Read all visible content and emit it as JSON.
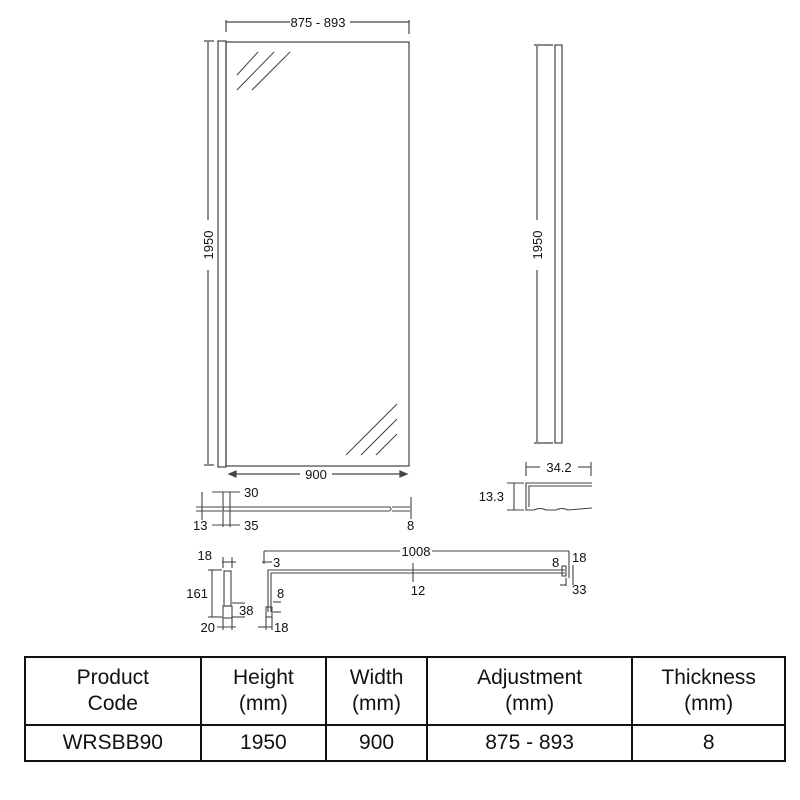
{
  "drawing": {
    "front_view": {
      "top_dimension": "875 - 893",
      "left_dimension": "1950",
      "bottom_dimension": "900"
    },
    "side_view": {
      "height_dimension": "1950"
    },
    "plan_view": {
      "dim_30": "30",
      "dim_35": "35",
      "dim_13": "13",
      "dim_8": "8"
    },
    "channel_profile": {
      "width": "34.2",
      "height": "13.3"
    },
    "support_bar_end_view": {
      "dim_18": "18",
      "dim_161": "161",
      "dim_38": "38",
      "dim_20": "20"
    },
    "support_bar": {
      "length": "1008",
      "dim_3": "3",
      "dim_12": "12",
      "dim_8_left": "8",
      "dim_18_left": "18",
      "dim_8_right": "8",
      "dim_18_right": "18",
      "dim_33": "33"
    }
  },
  "table": {
    "headers": [
      {
        "line1": "Product",
        "line2": "Code"
      },
      {
        "line1": "Height",
        "line2": "(mm)"
      },
      {
        "line1": "Width",
        "line2": "(mm)"
      },
      {
        "line1": "Adjustment",
        "line2": "(mm)"
      },
      {
        "line1": "Thickness",
        "line2": "(mm)"
      }
    ],
    "rows": [
      [
        "WRSBB90",
        "1950",
        "900",
        "875 - 893",
        "8"
      ]
    ]
  }
}
